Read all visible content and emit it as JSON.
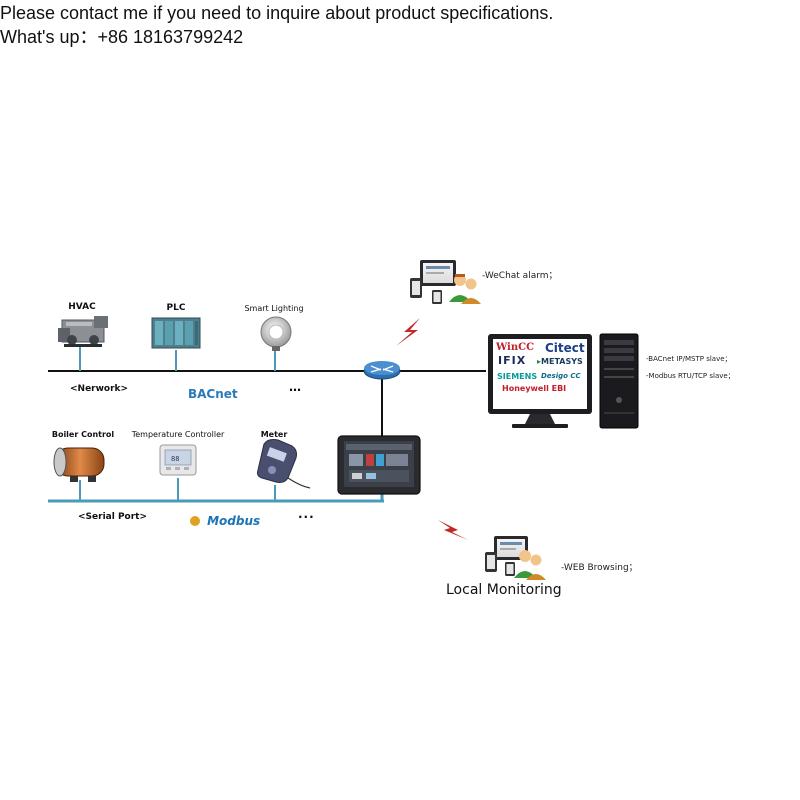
{
  "contact": {
    "line1": "Please contact me if you need to inquire about product specifications.",
    "line2": "What's up：+86 18163799242"
  },
  "network": {
    "top_devices": [
      {
        "name": "hvac-icon",
        "label": "HVAC"
      },
      {
        "name": "plc-icon",
        "label": "PLC"
      },
      {
        "name": "smart-lighting-icon",
        "label": "Smart Lighting"
      }
    ],
    "top_bus_label": "<Nerwork>",
    "top_protocol": "BACnet",
    "top_more": "…",
    "bottom_devices": [
      {
        "name": "boiler-icon",
        "label": "Boiler Control"
      },
      {
        "name": "thermostat-icon",
        "label": "Temperature Controller"
      },
      {
        "name": "meter-icon",
        "label": "Meter"
      }
    ],
    "bottom_bus_label": "<Serial Port>",
    "bottom_protocol": "Modbus",
    "bottom_more": "···"
  },
  "remote": {
    "wechat_note": "-WeChat alarm；",
    "software_logos": [
      "WinCC",
      "Citect",
      "IFIX",
      "METASYS",
      "SIEMENS",
      "Desigo CC",
      "Honeywell EBI"
    ],
    "slave_notes": [
      "-BACnet IP/MSTP slave；",
      "-Modbus RTU/TCP slave；"
    ]
  },
  "local": {
    "web_note": "-WEB Browsing；",
    "title": "Local Monitoring"
  },
  "colors": {
    "bus_black": "#111111",
    "bus_blue": "#4a9ab8",
    "router_blue": "#2d6fb3",
    "lightning_red": "#c0282a"
  }
}
